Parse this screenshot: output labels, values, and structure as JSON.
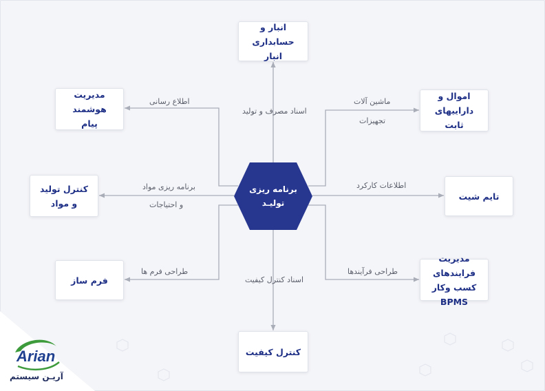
{
  "hub": {
    "line1": "برنامه ریزی",
    "line2": "تولیـد",
    "color": "#27368f"
  },
  "nodes": {
    "top": {
      "line1": "انبار و حسابداری",
      "line2": "انبار"
    },
    "top_left": {
      "line1": "مدیریت هوشمند",
      "line2": "پیام"
    },
    "top_right": {
      "line1": "اموال و داراییهای",
      "line2": "ثابت"
    },
    "mid_left": {
      "line1": "کنترل تولید",
      "line2": "و مواد"
    },
    "mid_right": {
      "line1": "تایم شیت"
    },
    "bottom_left": {
      "line1": "فرم ساز"
    },
    "bottom_right": {
      "line1": "مدیریت فرایندهای",
      "line2": "کسب وکار BPMS"
    },
    "bottom": {
      "line1": "کنترل کیفیت"
    }
  },
  "edge_labels": {
    "top": "اسناد مصرف و تولید",
    "top_left": "اطلاع رسانی",
    "top_right_1": "ماشین آلات",
    "top_right_2": "تجهیزات",
    "mid_left_1": "برنامه ریزی مواد",
    "mid_left_2": "و احتیاجات",
    "mid_right": "اطلاعات کارکرد",
    "bottom_left": "طراحی فرم ها",
    "bottom_right": "طراحی فرآیندها",
    "bottom": "اسناد کنترل کیفیت"
  },
  "logo": {
    "brand": "Arian",
    "tagline": "آریـن سیستم"
  },
  "colors": {
    "line": "#a9adb7",
    "node_text": "#1e2f86",
    "logo_green": "#3e9b3c",
    "logo_blue": "#1f3f8f"
  }
}
